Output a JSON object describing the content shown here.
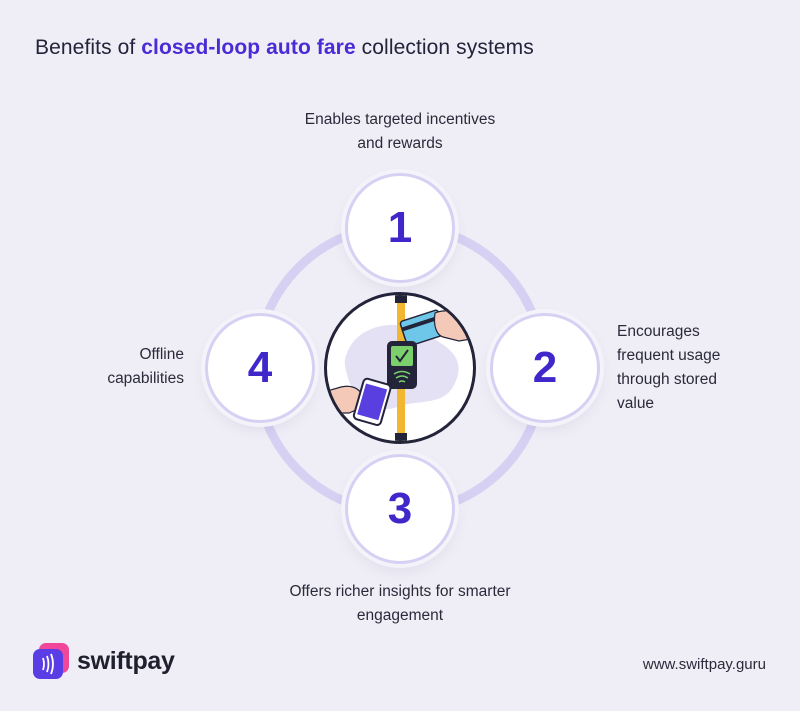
{
  "title": {
    "prefix": "Benefits of ",
    "highlight": "closed-loop auto fare",
    "suffix": " collection systems"
  },
  "benefits": [
    {
      "number": "1",
      "text_lines": [
        "Enables targeted incentives",
        "and rewards"
      ]
    },
    {
      "number": "2",
      "text_lines": [
        "Encourages",
        "frequent usage",
        "through stored",
        "value"
      ]
    },
    {
      "number": "3",
      "text_lines": [
        "Offers richer insights for smarter",
        "engagement"
      ]
    },
    {
      "number": "4",
      "text_lines": [
        "Offline",
        "capabilities"
      ]
    }
  ],
  "brand": {
    "name": "swiftpay",
    "url": "www.swiftpay.guru"
  },
  "colors": {
    "background": "#efeef6",
    "accent": "#4b2bd6",
    "ring": "#d6d1f3",
    "pole": "#f2b630"
  },
  "icons": {
    "center": "contactless-card-tap-illustration",
    "logo": "contactless-wave-icon"
  }
}
